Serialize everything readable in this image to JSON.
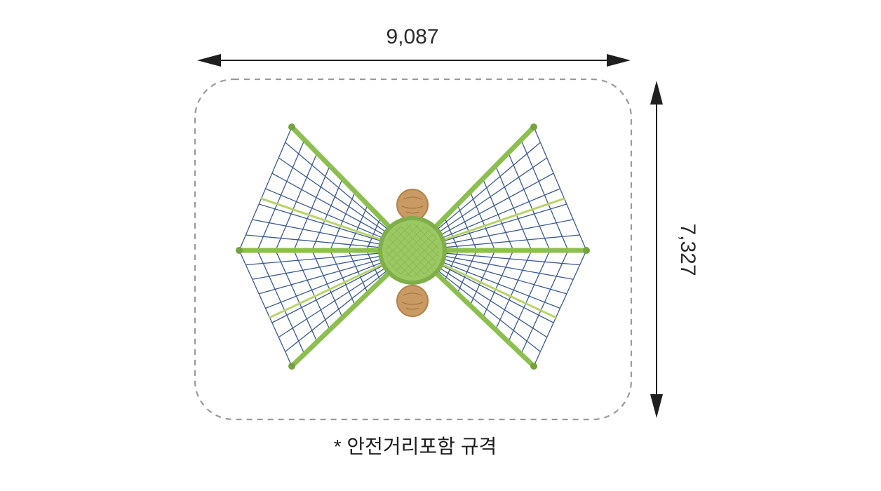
{
  "diagram": {
    "width_label": "9,087",
    "height_label": "7,327",
    "caption": "* 안전거리포함 규격"
  },
  "colors": {
    "background": "#ffffff",
    "boundary": "#9a9a9a",
    "dimension": "#1f1f1f",
    "text": "#2b2b2b",
    "net": "#3a5a8f",
    "net_accent": "#b8d36b",
    "pole": "#8cbf4f",
    "pole_dark": "#74a340",
    "platform_fill": "#9cc862",
    "platform_stroke": "#7fae4a",
    "platform_hatch": "#85b254",
    "wood_fill": "#c99a63",
    "wood_stroke": "#b3824a",
    "wood_grain": "#a97a42"
  }
}
